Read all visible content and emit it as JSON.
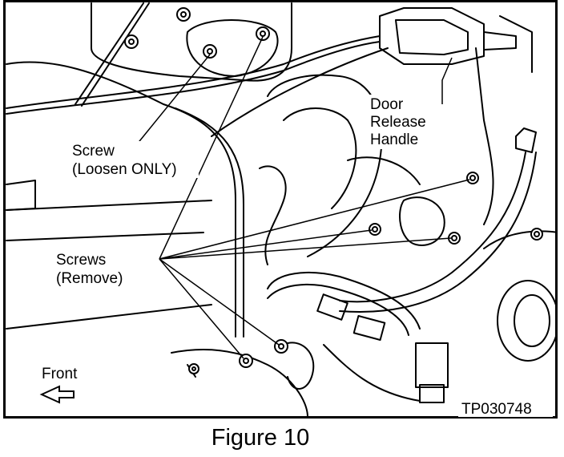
{
  "figure": {
    "caption": "Figure 10",
    "code": "TP030748"
  },
  "labels": {
    "door_release": [
      "Door",
      "Release",
      "Handle"
    ],
    "screw_loosen": [
      "Screw",
      "(Loosen ONLY)"
    ],
    "screws_remove": [
      "Screws",
      "(Remove)"
    ],
    "front": "Front"
  },
  "icons": {
    "front_arrow": "front-arrow-icon",
    "screw": "screw-icon"
  },
  "colors": {
    "line": "#000000",
    "background": "#ffffff"
  }
}
